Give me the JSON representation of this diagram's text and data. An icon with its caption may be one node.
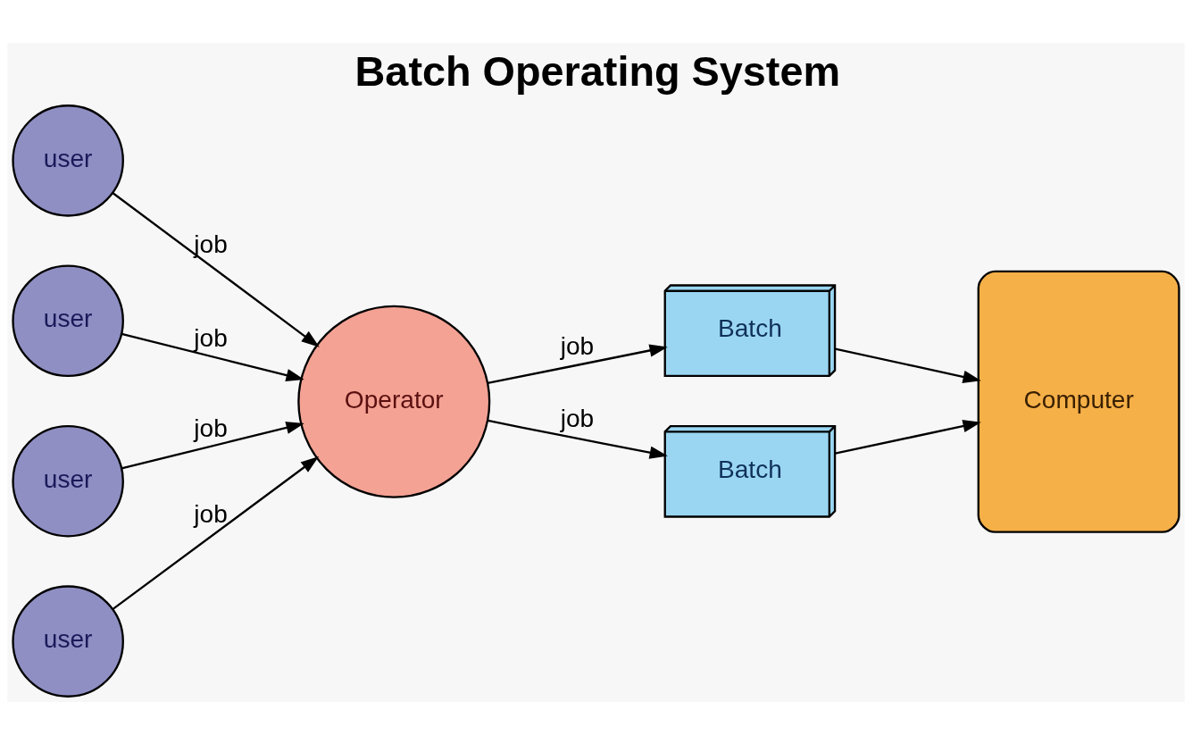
{
  "diagram": {
    "title": "Batch Operating System",
    "nodes": [
      {
        "text": [
          "user"
        ]
      },
      {
        "text": [
          "user"
        ]
      },
      {
        "text": [
          "user"
        ]
      },
      {
        "text": [
          "user"
        ]
      },
      {
        "text": [
          "Operator"
        ]
      },
      {
        "text": [
          "Batch"
        ]
      },
      {
        "text": [
          "Batch"
        ]
      },
      {
        "text": [
          "Computer"
        ]
      }
    ],
    "edges": [
      {
        "from": 0,
        "to": 4,
        "arrow": "to",
        "label": "job"
      },
      {
        "from": 1,
        "to": 4,
        "arrow": "to",
        "label": "job"
      },
      {
        "from": 2,
        "to": 4,
        "arrow": "to",
        "label": "job"
      },
      {
        "from": 3,
        "to": 4,
        "arrow": "to",
        "label": "job"
      },
      {
        "from": 4,
        "to": 5,
        "arrow": "to",
        "label": "job"
      },
      {
        "from": 4,
        "to": 6,
        "arrow": "to",
        "label": "job"
      },
      {
        "from": 5,
        "to": 7,
        "arrow": "to"
      },
      {
        "from": 6,
        "to": 7,
        "arrow": "to"
      }
    ]
  }
}
